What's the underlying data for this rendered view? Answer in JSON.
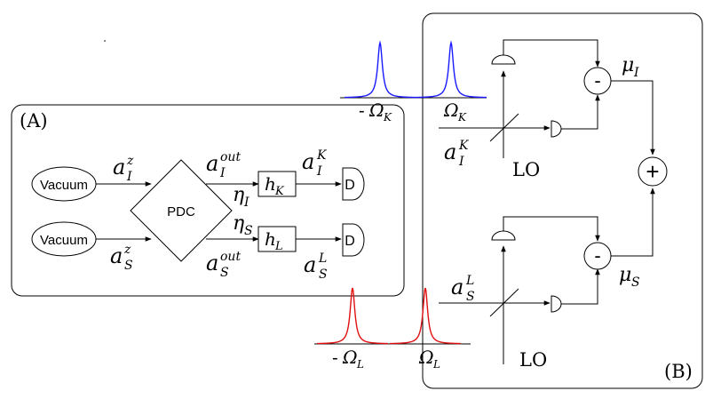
{
  "panel_a": {
    "label": "(A)",
    "vacuum_top": "Vacuum",
    "vacuum_bottom": "Vacuum",
    "pdc": "PDC",
    "a_I_z": {
      "base": "a",
      "sup": "z",
      "sub": "I"
    },
    "a_S_z": {
      "base": "a",
      "sup": "z",
      "sub": "S"
    },
    "a_I_out": {
      "base": "a",
      "sup": "out",
      "sub": "I"
    },
    "a_S_out": {
      "base": "a",
      "sup": "out",
      "sub": "S"
    },
    "eta_I": {
      "base": "η",
      "sub": "I"
    },
    "eta_S": {
      "base": "η",
      "sub": "S"
    },
    "h_K": {
      "base": "h",
      "sub": "K"
    },
    "h_L": {
      "base": "h",
      "sub": "L"
    },
    "a_I_K": {
      "base": "a",
      "sup": "K",
      "sub": "I"
    },
    "a_S_L": {
      "base": "a",
      "sup": "L",
      "sub": "S"
    },
    "detector_top": "D",
    "detector_bottom": "D"
  },
  "panel_b": {
    "label": "(B)",
    "a_I_K": {
      "base": "a",
      "sup": "K",
      "sub": "I"
    },
    "a_S_L": {
      "base": "a",
      "sup": "L",
      "sub": "S"
    },
    "lo_top": "LO",
    "lo_bottom": "LO",
    "minus_top": "-",
    "minus_bottom": "-",
    "plus": "+",
    "mu_I": {
      "base": "μ",
      "sub": "I"
    },
    "mu_S": {
      "base": "μ",
      "sub": "S"
    }
  },
  "spectra": {
    "blue_left": {
      "prefix": "-",
      "base": "Ω",
      "sub": "K"
    },
    "blue_right": {
      "base": "Ω",
      "sub": "K"
    },
    "red_left": {
      "prefix": "-",
      "base": "Ω",
      "sub": "L"
    },
    "red_right": {
      "base": "Ω",
      "sub": "L"
    },
    "colors": {
      "blue": "#1a1aff",
      "red": "#e01010"
    }
  }
}
